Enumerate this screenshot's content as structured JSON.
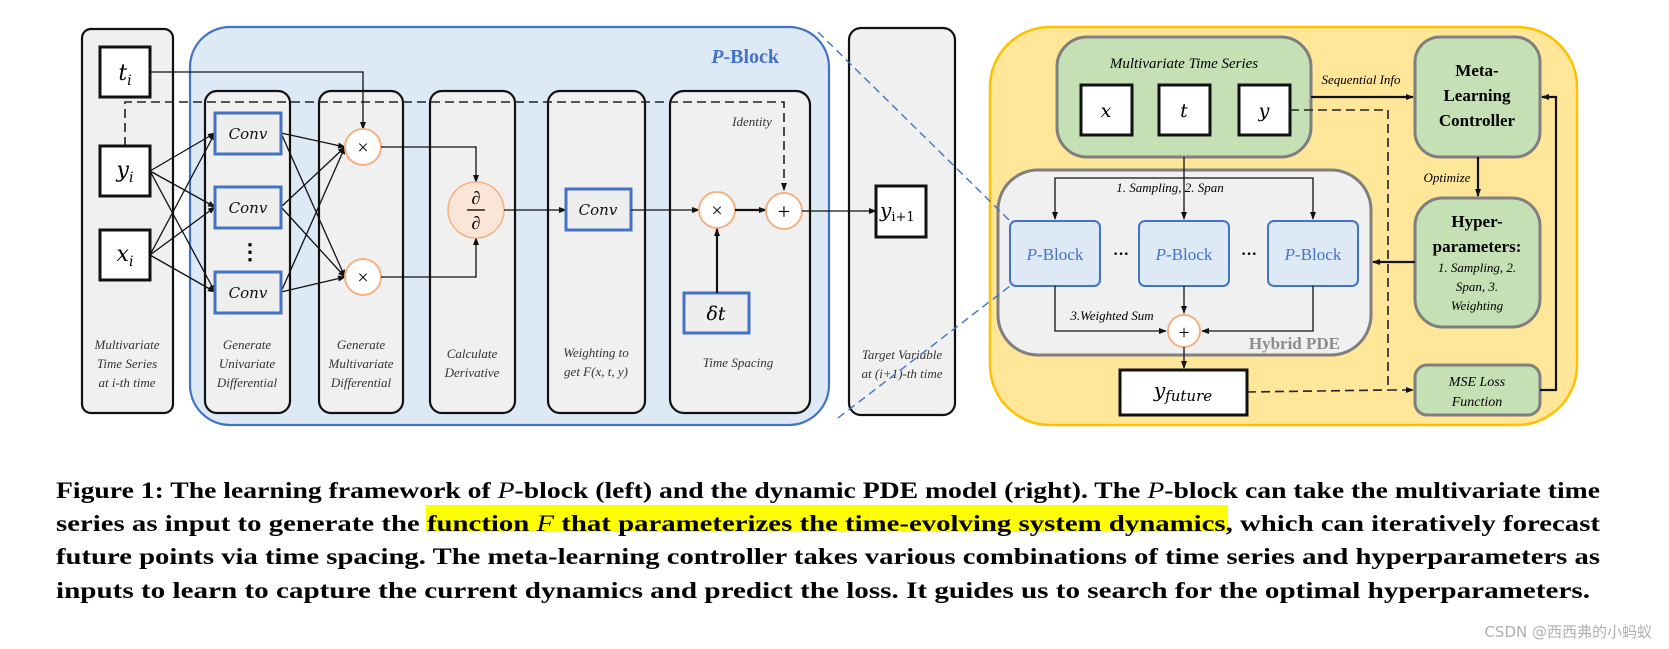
{
  "colors": {
    "pblock_fill": "#dde9f5",
    "pblock_stroke": "#4472c4",
    "panel_fill": "#ffe699",
    "panel_stroke": "#ffc000",
    "green": "#c5e0b4",
    "highlight": "#ffff00",
    "op_circle": "#f4b183",
    "op_fill": "#fbe5d6"
  },
  "left": {
    "inputs": {
      "t": {
        "base": "t",
        "sub": "i"
      },
      "y": {
        "base": "y",
        "sub": "i"
      },
      "x": {
        "base": "x",
        "sub": "i"
      }
    },
    "pblock_title": {
      "italic": "P",
      "rest": "-Block"
    },
    "conv_label": "Conv",
    "vdots": "⋮",
    "times": "×",
    "plus": "+",
    "partial": "∂",
    "delta_t": "δt",
    "identity": "Identity",
    "output": {
      "base": "y",
      "sub": "i+1"
    },
    "columns": [
      {
        "lines": [
          "Multivariate",
          "Time Series",
          "at i-th time"
        ]
      },
      {
        "lines": [
          "Generate",
          "Univariate",
          "Differential"
        ]
      },
      {
        "lines": [
          "Generate",
          "Multivariate",
          "Differential"
        ]
      },
      {
        "lines": [
          "Calculate",
          "Derivative"
        ]
      },
      {
        "lines": [
          "Weighting to",
          "get F(x, t, y)"
        ]
      },
      {
        "lines": [
          "Time Spacing"
        ]
      },
      {
        "lines": [
          "Target Variable",
          "at (i+1)-th time"
        ]
      }
    ]
  },
  "right": {
    "mts_title": "Multivariate Time Series",
    "mts_vars": [
      "x",
      "t",
      "y"
    ],
    "sequential_info": "Sequential Info",
    "meta_controller": [
      "Meta-",
      "Learning",
      "Controller"
    ],
    "optimize": "Optimize",
    "hyper_title": [
      "Hyper-",
      "parameters:"
    ],
    "hyper_items": [
      "1. Sampling, 2.",
      "Span, 3.",
      "Weighting"
    ],
    "sampling_span": "1. Sampling, 2. Span",
    "pblock": {
      "italic": "P",
      "rest": "-Block"
    },
    "ellipsis": "···",
    "weighted_sum": "3.Weighted Sum",
    "plus": "+",
    "hybrid_pde": "Hybrid PDE",
    "y_future": {
      "base": "y",
      "sub": "future"
    },
    "mse": [
      "MSE Loss",
      "Function"
    ]
  },
  "caption": {
    "line1": [
      "Figure 1: The learning framework of ",
      "P",
      "-block (left) and the dynamic PDE model (right). The ",
      "P",
      "-block can take the multivariate time"
    ],
    "line2": [
      "series as input to generate the ",
      "function ",
      "F",
      " that parameterizes the time-evolving system dynamics",
      ", which can iteratively forecast"
    ],
    "line3": "future points via time spacing. The meta-learning controller takes various combinations of time series and hyperparameters as",
    "line4": "inputs to learn to capture the current dynamics and predict the loss. It guides us to search for the optimal hyperparameters."
  },
  "watermark": "CSDN @西西弗的小蚂蚁"
}
